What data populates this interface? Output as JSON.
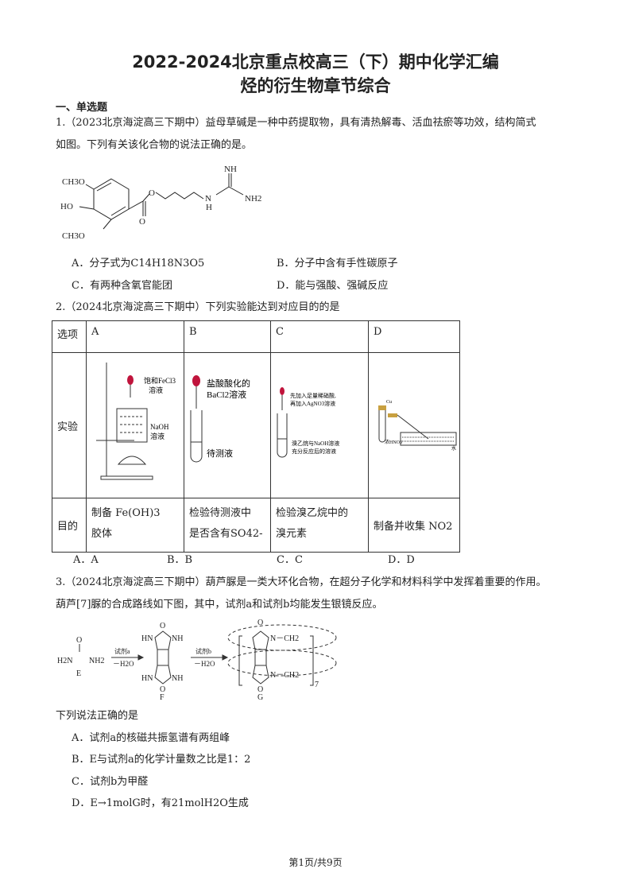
{
  "title": {
    "line1": "2022-2024北京重点校高三（下）期中化学汇编",
    "line2": "烃的衍生物章节综合"
  },
  "section": "一、单选题",
  "q1": {
    "line1": "1.（2023北京海淀高三下期中）益母草碱是一种中药提取物，具有清热解毒、活血祛瘀等功效，结构简式",
    "line2": "如图。下列有关该化合物的说法正确的是。",
    "structure": {
      "och3_top": "CH3O",
      "ho": "HO",
      "och3_bot": "CH3O",
      "o": "O",
      "nh": "NH",
      "n": "N",
      "h": "H",
      "nh2": "NH2"
    },
    "options": [
      "A．分子式为C14H18N3O5",
      "B．分子中含有手性碳原子",
      "C．有两种含氧官能团",
      "D．能与强酸、强碱反应"
    ]
  },
  "q2": {
    "stem": "2.（2024北京海淀高三下期中）下列实验能达到对应目的的是",
    "headers": [
      "选项",
      "A",
      "B",
      "C",
      "D"
    ],
    "row_label_exp": "实验",
    "row_label_purpose": "目的",
    "diagram_labels": {
      "a1": "饱和FeCl3",
      "a2": "溶液",
      "a3": "NaOH",
      "a4": "溶液",
      "b1": "盐酸酸化的",
      "b2": "BaCl2溶液",
      "b3": "待测液",
      "c1": "先加入足量稀硝酸,",
      "c2": "再加入AgNO3溶液",
      "c3": "溴乙烷与NaOH溶液",
      "c4": "充分反应后的溶液",
      "d1": "Cu",
      "d2": "浓HNO3",
      "d3": "水"
    },
    "purposes": [
      [
        "制备 Fe(OH)3",
        "胶体"
      ],
      [
        "检验待测液中",
        "是否含有SO42-"
      ],
      [
        "检验溴乙烷中的",
        "溴元素"
      ],
      [
        "制备并收集 NO2"
      ]
    ],
    "options": [
      "A．A",
      "B．B",
      "C．C",
      "D．D"
    ]
  },
  "q3": {
    "line1": "3.（2024北京海淀高三下期中）葫芦脲是一类大环化合物，在超分子化学和材料科学中发挥着重要的作用。",
    "line2": "葫芦[7]脲的合成路线如下图，其中，试剂a和试剂b均能发生银镜反应。",
    "scheme": {
      "reagent_a": "试剂a",
      "reagent_b": "试剂b",
      "minus_h2o": "－H2O",
      "E": "E",
      "F": "F",
      "G": "G",
      "n7": "7",
      "h2n": "H2N",
      "nh2": "NH2",
      "o": "O",
      "nh": "NH",
      "hn": "HN",
      "n_ch2": "N－CH2"
    },
    "prompt": "下列说法正确的是",
    "options": [
      "A．试剂a的核磁共振氢谱有两组峰",
      "B．E与试剂a的化学计量数之比是1：2",
      "C．试剂b为甲醛",
      "D．E→1molG时，有21molH2O生成"
    ]
  },
  "footer": "第1页/共9页",
  "colors": {
    "bulb": "#c0143c",
    "cu": "#c8a040"
  }
}
